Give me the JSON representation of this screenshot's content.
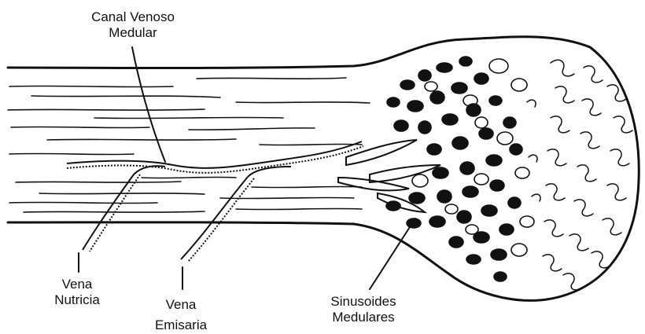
{
  "labels": {
    "canal_venoso": {
      "line1": "Canal Venoso",
      "line2": "Medular"
    },
    "vena_nutricia": {
      "line1": "Vena",
      "line2": "Nutricia"
    },
    "vena_emisaria": {
      "line1": "Vena",
      "line2": "Emisaria"
    },
    "sinusoides": {
      "line1": "Sinusoides",
      "line2": "Medulares"
    }
  },
  "colors": {
    "ink": "#111111",
    "background": "#ffffff"
  }
}
